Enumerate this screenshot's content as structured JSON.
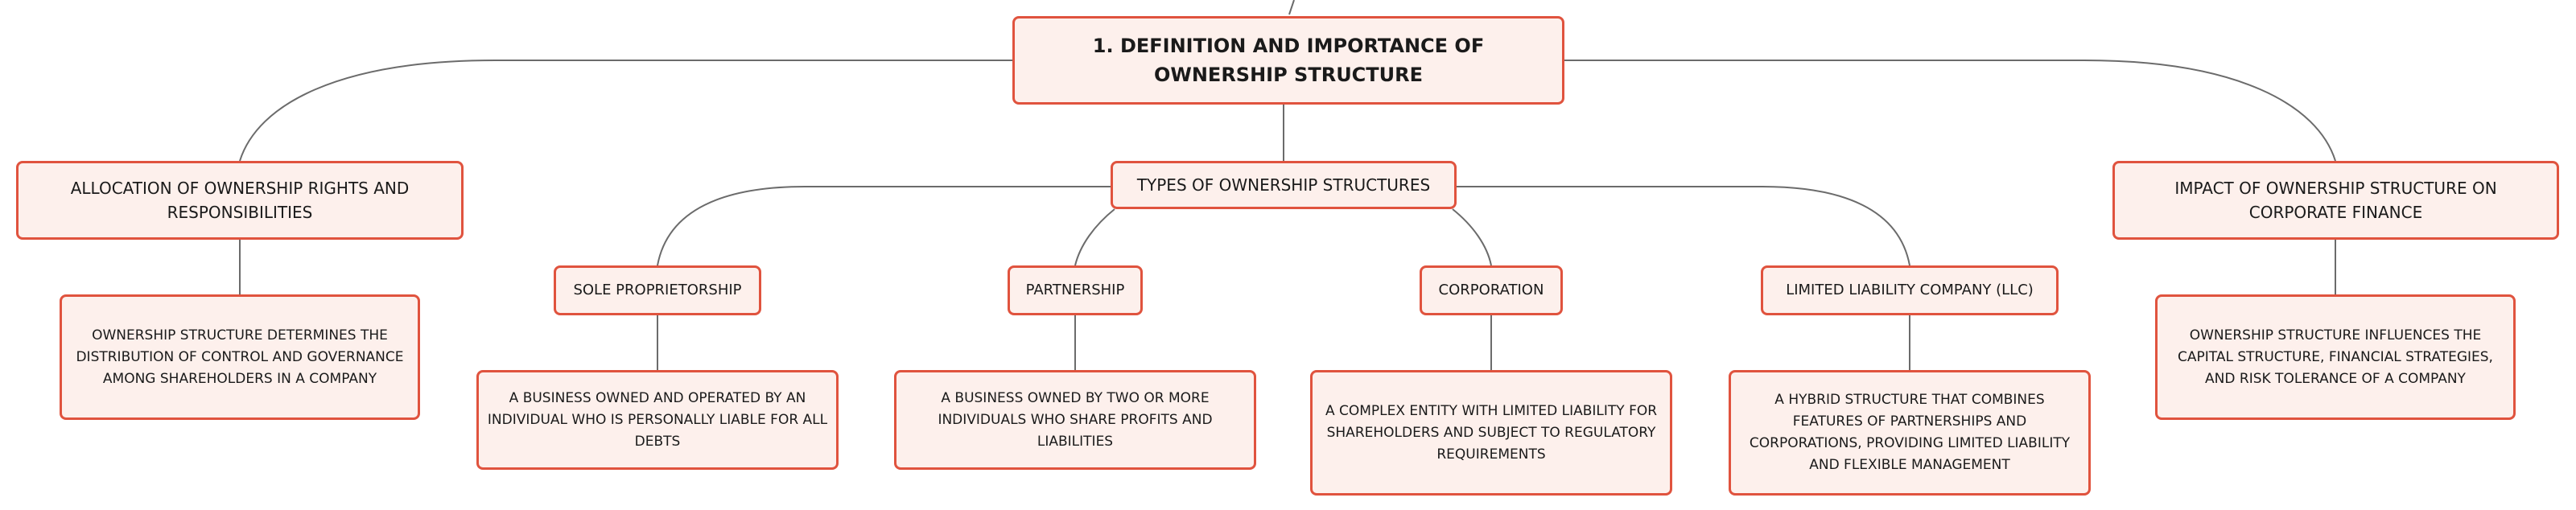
{
  "root": {
    "title": "1. Definition and Importance of Ownership Structure"
  },
  "branches": {
    "allocation": {
      "label": "Allocation of Ownership Rights and Responsibilities",
      "detail": "Ownership structure determines the distribution of control and governance among shareholders in a company"
    },
    "types": {
      "label": "Types of Ownership Structures",
      "children": [
        {
          "label": "Sole Proprietorship",
          "detail": "A business owned and operated by an individual who is personally liable for all debts"
        },
        {
          "label": "Partnership",
          "detail": "A business owned by two or more individuals who share profits and liabilities"
        },
        {
          "label": "Corporation",
          "detail": "A complex entity with limited liability for shareholders and subject to regulatory requirements"
        },
        {
          "label": "Limited Liability Company (LLC)",
          "detail": "A hybrid structure that combines features of partnerships and corporations, providing limited liability and flexible management"
        }
      ]
    },
    "impact": {
      "label": "Impact of Ownership Structure on Corporate Finance",
      "detail": "Ownership structure influences the capital structure, financial strategies, and risk tolerance of a company"
    }
  }
}
